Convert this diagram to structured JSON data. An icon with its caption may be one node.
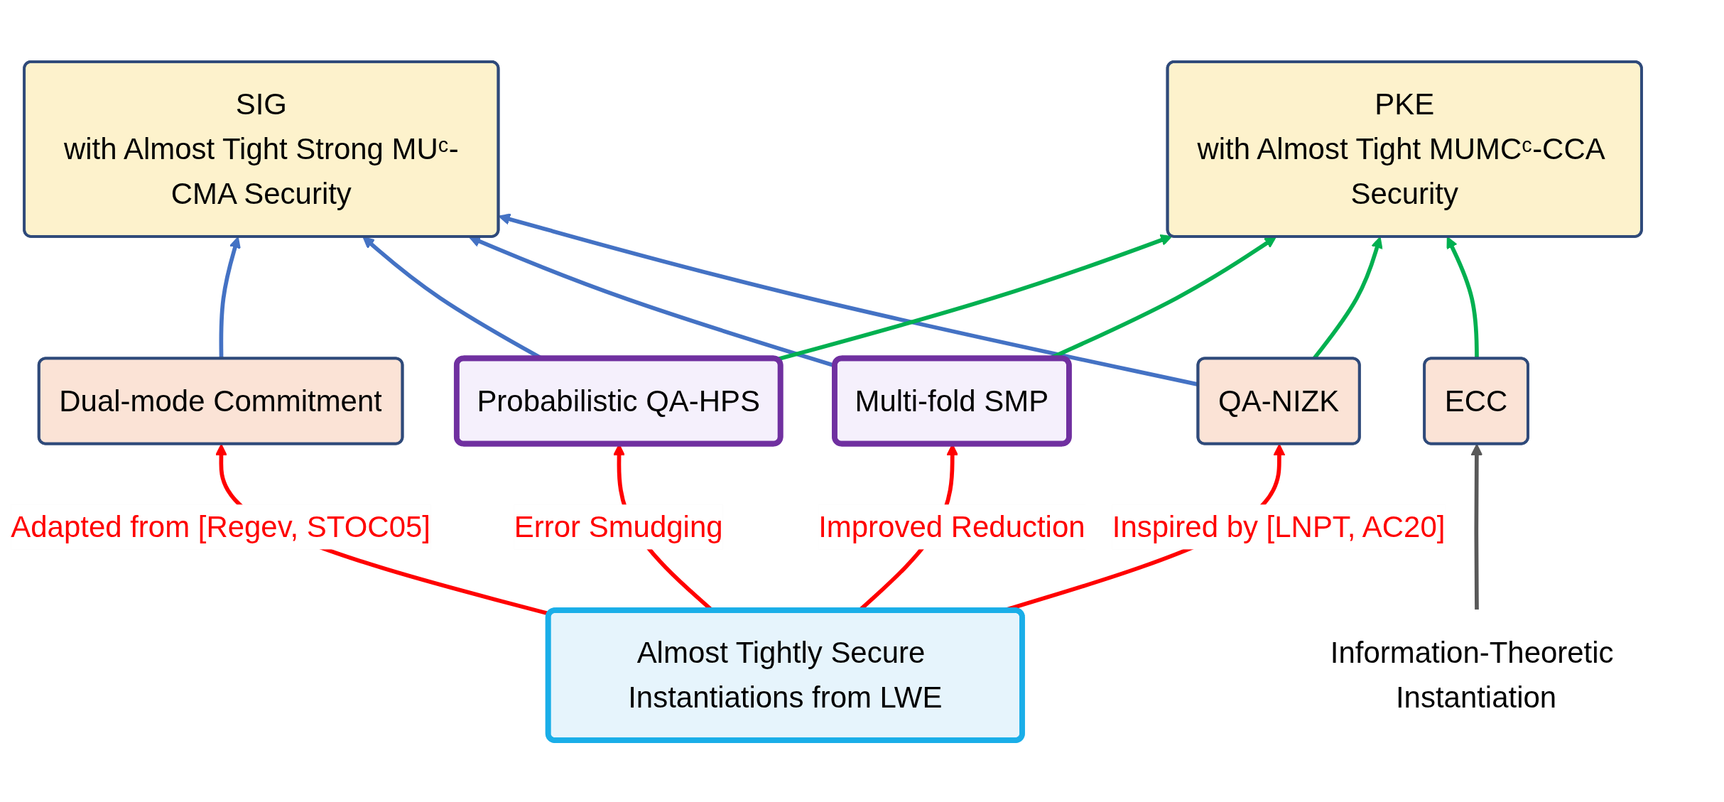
{
  "diagram": {
    "nodes": [
      {
        "text": [
          "SIG",
          "with Almost Tight Strong MUᶜ-CMA Security"
        ]
      },
      {
        "text": [
          "PKE",
          "with Almost Tight MUMCᶜ-CCA Security"
        ]
      },
      {
        "text": [
          "Dual-mode Commitment"
        ]
      },
      {
        "text": [
          "Probabilistic QA-HPS"
        ]
      },
      {
        "text": [
          "Multi-fold SMP"
        ]
      },
      {
        "text": [
          "QA-NIZK"
        ]
      },
      {
        "text": [
          "ECC"
        ]
      },
      {
        "text": [
          "Almost Tightly Secure Instantiations from LWE"
        ]
      },
      {
        "text": [
          "Information-Theoretic Instantiation"
        ]
      }
    ],
    "edges": [
      {
        "from": 2,
        "to": 0,
        "arrow": "to",
        "color": "#4472c4"
      },
      {
        "from": 3,
        "to": 0,
        "arrow": "to",
        "color": "#4472c4"
      },
      {
        "from": 4,
        "to": 0,
        "arrow": "to",
        "color": "#4472c4"
      },
      {
        "from": 5,
        "to": 0,
        "arrow": "to",
        "color": "#4472c4"
      },
      {
        "from": 3,
        "to": 1,
        "arrow": "to",
        "color": "#00b050"
      },
      {
        "from": 4,
        "to": 1,
        "arrow": "to",
        "color": "#00b050"
      },
      {
        "from": 5,
        "to": 1,
        "arrow": "to",
        "color": "#00b050"
      },
      {
        "from": 6,
        "to": 1,
        "arrow": "to",
        "color": "#00b050"
      },
      {
        "from": 7,
        "to": 2,
        "arrow": "to",
        "label": "Adapted from [Regev, STOC05]",
        "color": "#ff0000"
      },
      {
        "from": 7,
        "to": 3,
        "arrow": "to",
        "label": "Error Smudging",
        "color": "#ff0000"
      },
      {
        "from": 7,
        "to": 4,
        "arrow": "to",
        "label": "Improved Reduction",
        "color": "#ff0000"
      },
      {
        "from": 7,
        "to": 5,
        "arrow": "to",
        "label": "Inspired by [LNPT, AC20]",
        "color": "#ff0000"
      },
      {
        "from": 8,
        "to": 6,
        "arrow": "to",
        "color": "#595959"
      }
    ]
  }
}
